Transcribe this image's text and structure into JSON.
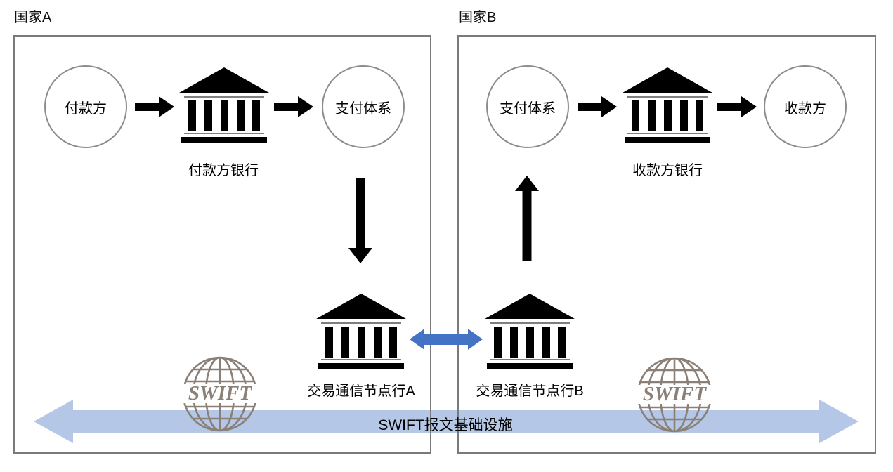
{
  "country_a": {
    "label": "国家A",
    "payer": "付款方",
    "payer_bank_label": "付款方银行",
    "payment_system": "支付体系",
    "node_bank_label": "交易通信节点行A"
  },
  "country_b": {
    "label": "国家B",
    "payment_system": "支付体系",
    "payee_bank_label": "收款方银行",
    "payee": "收款方",
    "node_bank_label": "交易通信节点行B"
  },
  "swift": {
    "logo_text": "SWIFT",
    "infra_label": "SWIFT报文基础设施"
  },
  "colors": {
    "accent_blue": "#4472C4",
    "light_blue": "#B4C7E7",
    "swift_taupe": "#8A8077",
    "border_gray": "#7A7A7A",
    "black": "#000000"
  }
}
